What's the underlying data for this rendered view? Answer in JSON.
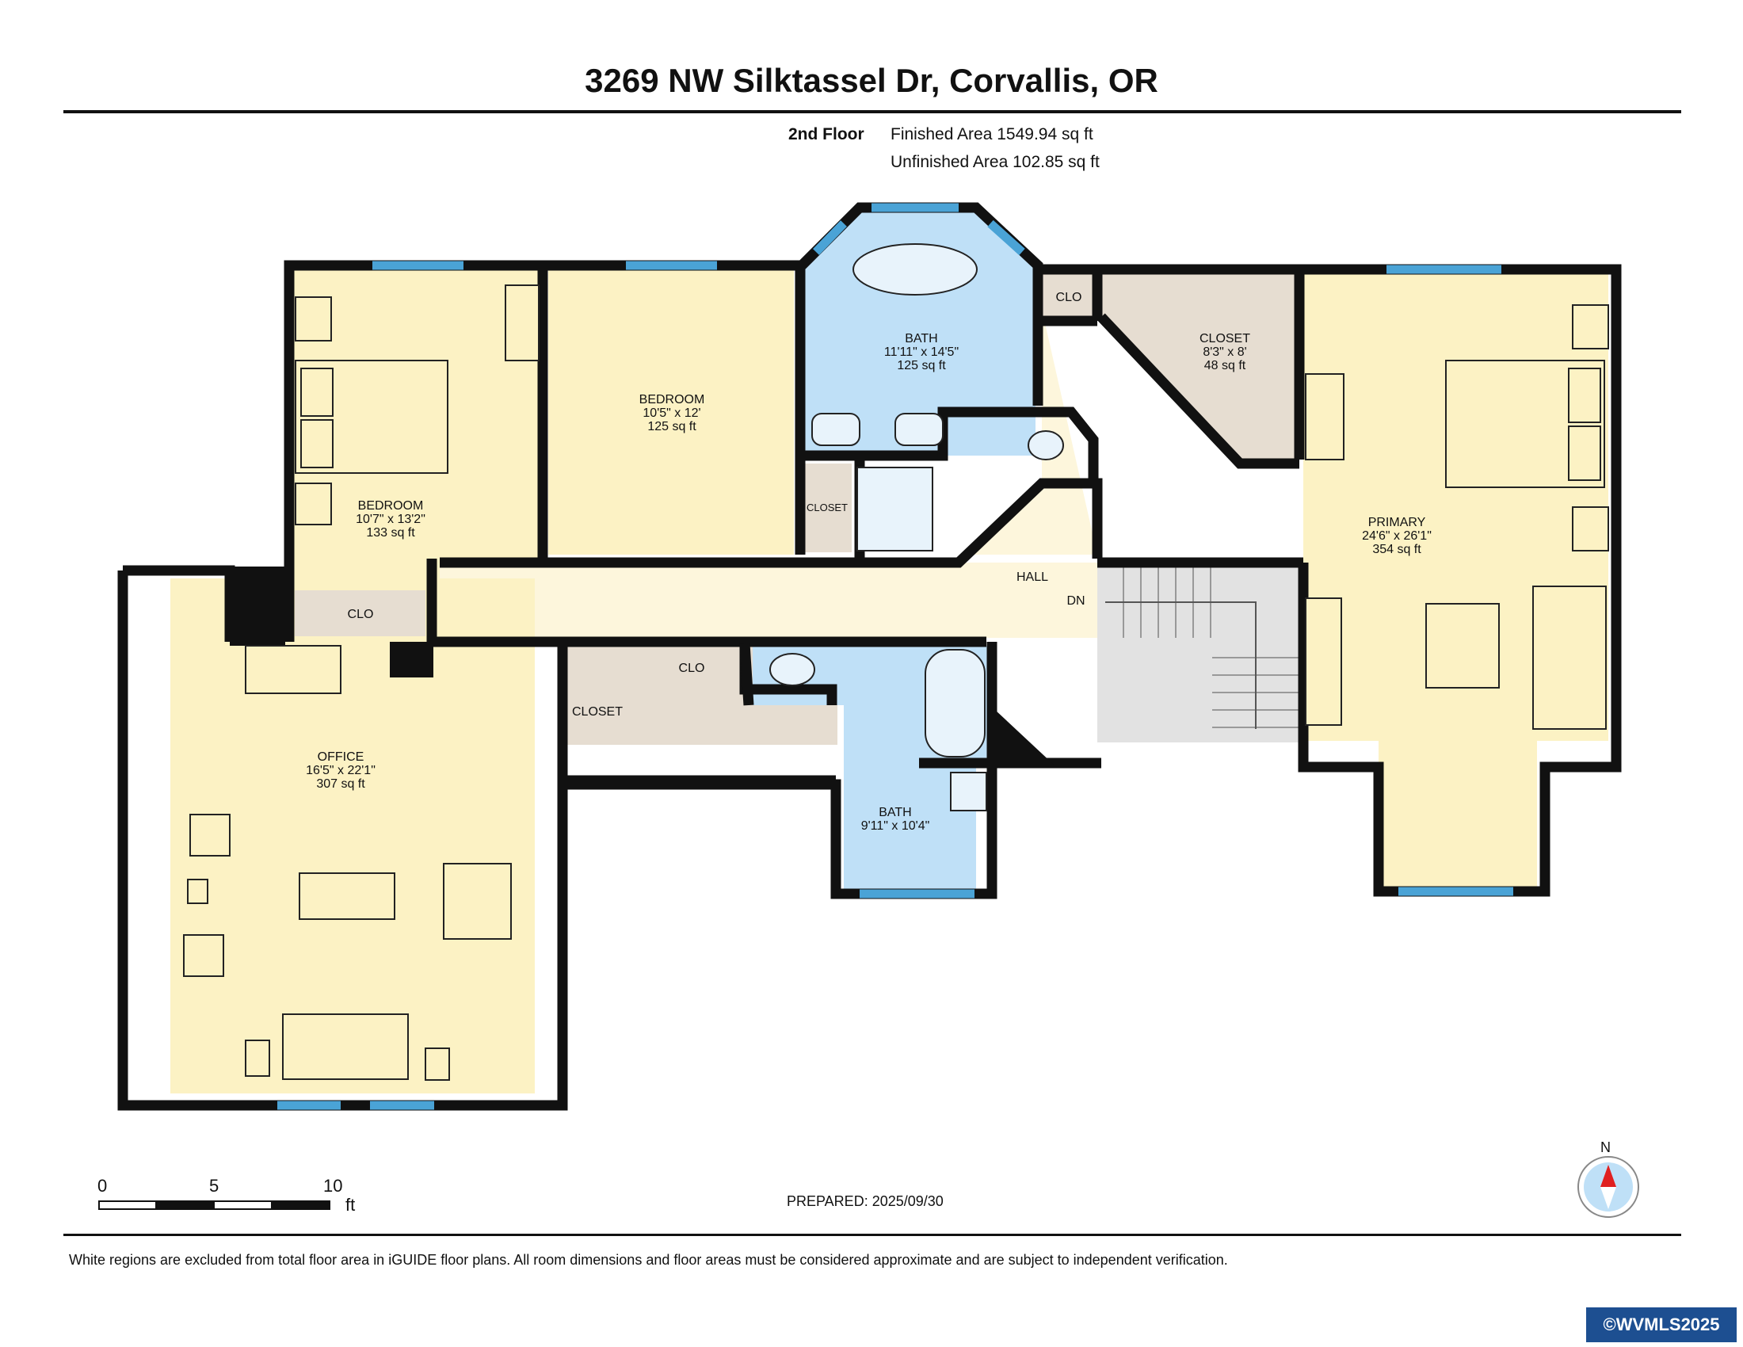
{
  "header": {
    "title": "3269 NW Silktassel Dr, Corvallis, OR",
    "floor": "2nd Floor",
    "finished_area": "Finished Area 1549.94 sq ft",
    "unfinished_area": "Unfinished Area 102.85 sq ft"
  },
  "rooms": {
    "bedroom_left": {
      "name": "BEDROOM",
      "dims": "10'7\" x 13'2\"",
      "area": "133 sq ft"
    },
    "bedroom_mid": {
      "name": "BEDROOM",
      "dims": "10'5\" x 12'",
      "area": "125 sq ft"
    },
    "bath_main": {
      "name": "BATH",
      "dims": "11'11\" x 14'5\"",
      "area": "125 sq ft"
    },
    "closet_walkin": {
      "name": "CLOSET",
      "dims": "8'3\" x 8'",
      "area": "48 sq ft"
    },
    "primary": {
      "name": "PRIMARY",
      "dims": "24'6\" x 26'1\"",
      "area": "354 sq ft"
    },
    "office": {
      "name": "OFFICE",
      "dims": "16'5\" x 22'1\"",
      "area": "307 sq ft"
    },
    "bath_hall": {
      "name": "BATH",
      "dims": "9'11\" x 10'4\""
    },
    "hall": {
      "name": "HALL"
    },
    "stairs_dn": {
      "name": "DN"
    },
    "clo_top": {
      "name": "CLO"
    },
    "clo_left": {
      "name": "CLO"
    },
    "clo_mid": {
      "name": "CLO"
    },
    "closet_small": {
      "name": "CLOSET"
    },
    "closet_hall": {
      "name": "CLOSET"
    }
  },
  "scale": {
    "ticks": [
      "0",
      "5",
      "10"
    ],
    "unit": "ft"
  },
  "compass": {
    "label": "N"
  },
  "footer": {
    "prepared": "PREPARED: 2025/09/30",
    "disclaimer": "White regions are excluded from total floor area in iGUIDE floor plans. All room dimensions and floor areas must be considered approximate and are subject to independent verification.",
    "badge": "©WVMLS2025"
  },
  "colors": {
    "room_fill": "#fcf2c4",
    "bath_fill": "#bfe0f7",
    "closet_fill": "#e6ddd1",
    "hall_fill": "#fdf6dc",
    "wall": "#111111",
    "window": "#4aa3d6"
  }
}
